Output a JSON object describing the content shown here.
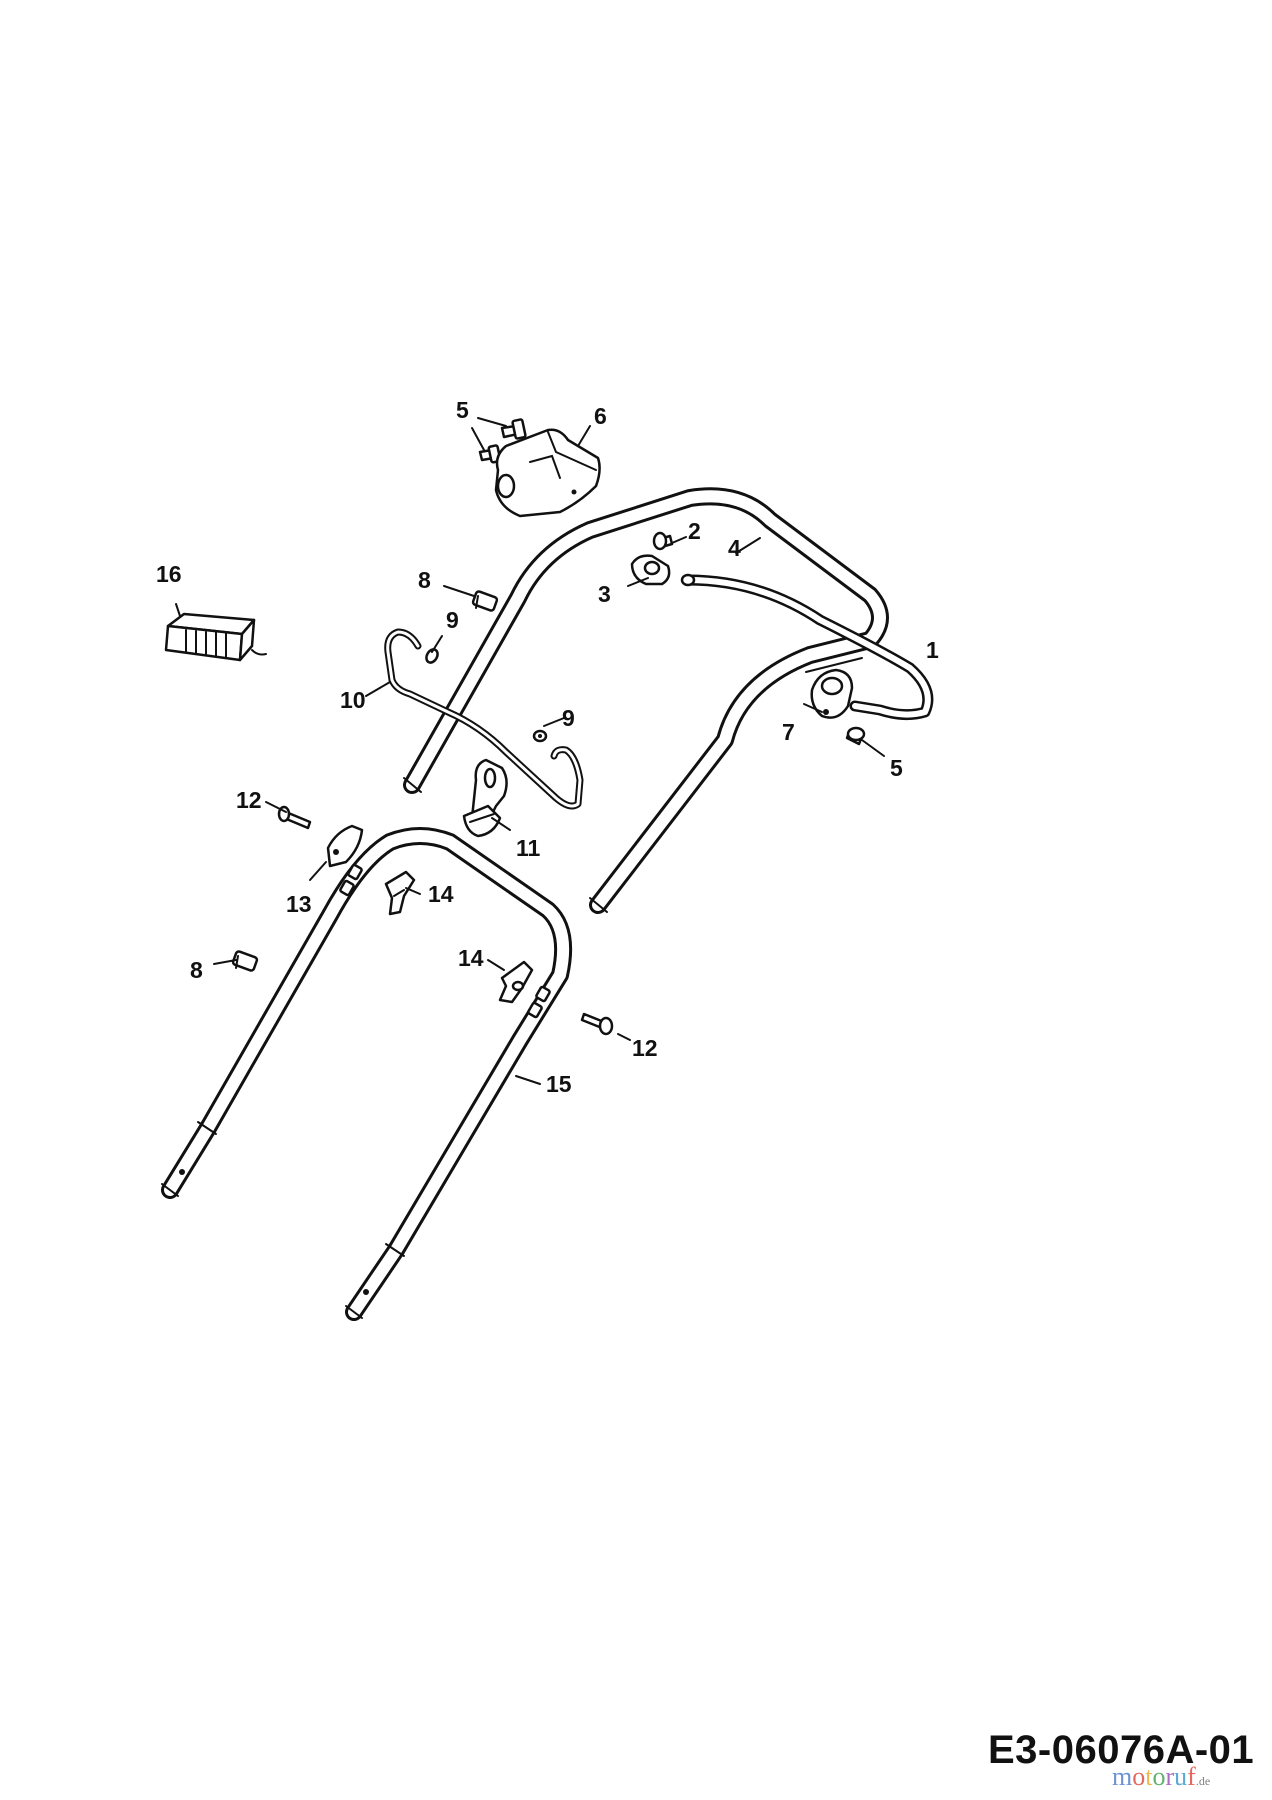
{
  "drawing": {
    "code": "E3-06076A-01",
    "watermark": "motoruf",
    "watermark_suffix": ".de"
  },
  "callouts": [
    "1",
    "2",
    "3",
    "4",
    "5",
    "6",
    "7",
    "8",
    "9",
    "10",
    "11",
    "12",
    "13",
    "14",
    "15",
    "16"
  ],
  "colors": {
    "line": "#111111",
    "background": "#ffffff",
    "watermark": [
      "#3b6fc4",
      "#d9362b",
      "#e2a516",
      "#2e9a3c",
      "#8c3fb0",
      "#1f8fc9",
      "#d9362b"
    ]
  }
}
